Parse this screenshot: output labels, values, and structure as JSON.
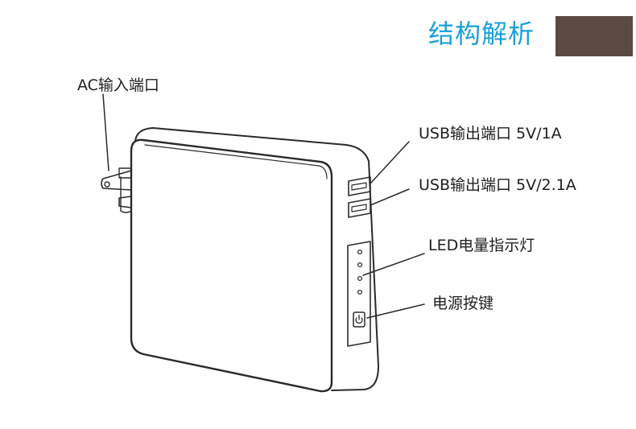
{
  "header": {
    "title": "结构解析",
    "title_color": "#1aa0d8",
    "block_color": "#5a4a42"
  },
  "labels": {
    "ac_input": "AC输入端口",
    "usb_out_1": "USB输出端口 5V/1A",
    "usb_out_2": "USB输出端口 5V/2.1A",
    "led_indicator": "LED电量指示灯",
    "power_button": "电源按键"
  },
  "icons": {
    "plug": "ac-plug-icon",
    "power": "power-symbol-icon"
  }
}
